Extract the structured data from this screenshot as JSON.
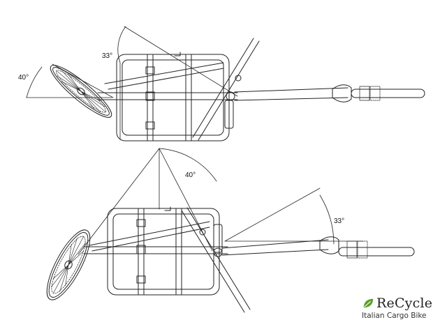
{
  "diagram": {
    "top_view": {
      "angle_left": "40°",
      "angle_top": "33°"
    },
    "bottom_view": {
      "angle_top": "40°",
      "angle_right": "33°"
    }
  },
  "logo": {
    "name": "ReCycle",
    "tagline": "Italian Cargo Bike",
    "leaf_color": "#5aa02c",
    "leaf_icon": "leaf-icon"
  }
}
